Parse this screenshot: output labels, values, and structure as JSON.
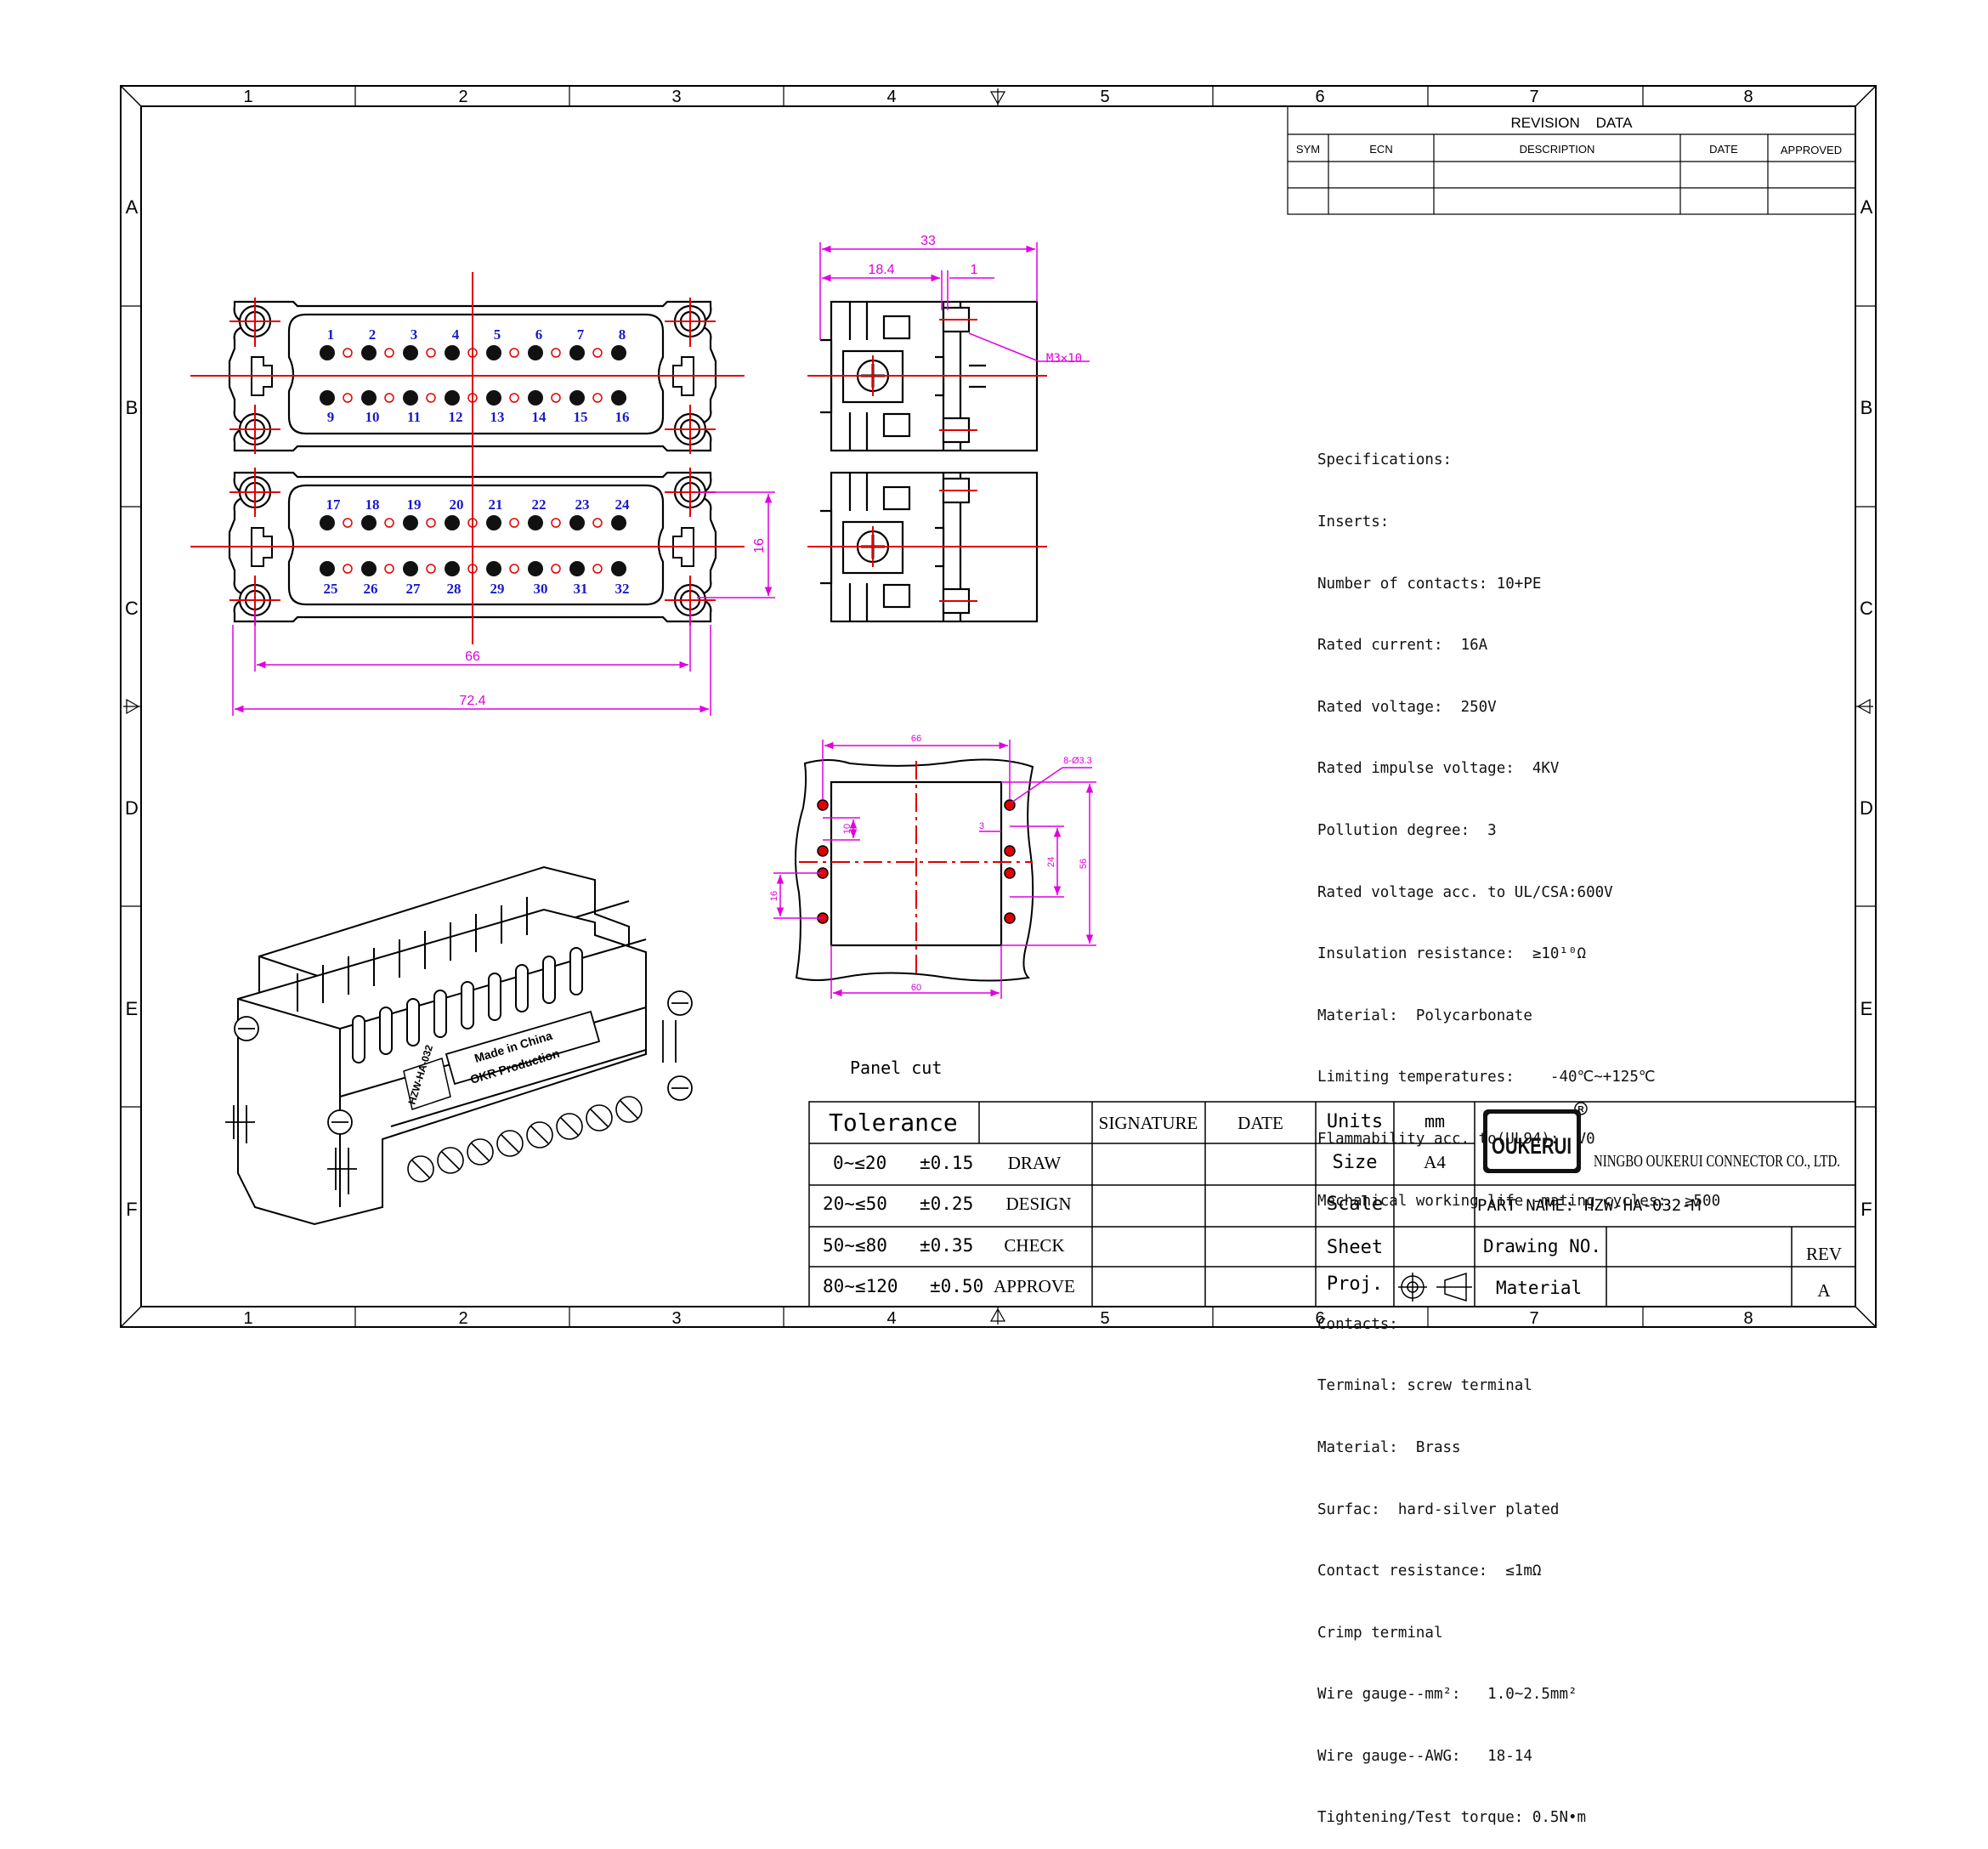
{
  "frame": {
    "columns": [
      "1",
      "2",
      "3",
      "4",
      "5",
      "6",
      "7",
      "8"
    ],
    "rows": [
      "A",
      "B",
      "C",
      "D",
      "E",
      "F"
    ]
  },
  "revision": {
    "title": "REVISION    DATA",
    "headers": [
      "SYM",
      "ECN",
      "DESCRIPTION",
      "DATE",
      "APPROVED"
    ]
  },
  "front_view": {
    "pins_top": [
      "1",
      "2",
      "3",
      "4",
      "5",
      "6",
      "7",
      "8"
    ],
    "pins_bottom": [
      "9",
      "10",
      "11",
      "12",
      "13",
      "14",
      "15",
      "16"
    ],
    "pins_top2": [
      "17",
      "18",
      "19",
      "20",
      "21",
      "22",
      "23",
      "24"
    ],
    "pins_bottom2": [
      "25",
      "26",
      "27",
      "28",
      "29",
      "30",
      "31",
      "32"
    ],
    "dim_inner": "66",
    "dim_outer": "72.4",
    "dim_height": "16"
  },
  "side_view": {
    "dim_total": "33",
    "dim_left": "18.4",
    "dim_small": "1",
    "screw_label": "M3×10"
  },
  "panel_cut": {
    "label": "Panel cut",
    "dim_top": "66",
    "dim_bottom": "60",
    "dim_right": "56",
    "dim_inner_right": "24",
    "dim_left_small": "10",
    "dim_left_bottom": "16",
    "dim_offset": "3",
    "hole_label": "8-Ø3.3"
  },
  "iso_view": {
    "text1": "Made in China",
    "text2": "OKR Production",
    "text3": "HZW-HA-032"
  },
  "specifications": [
    "Specifications:",
    "Inserts:",
    "Number of contacts: 10+PE",
    "Rated current:  16A",
    "Rated voltage:  250V",
    "Rated impulse voltage:  4KV",
    "Pollution degree:  3",
    "Rated voltage acc. to UL/CSA:600V",
    "Insulation resistance:  ≥10¹⁰Ω",
    "Material:  Polycarbonate",
    "Limiting temperatures:    -40℃~+125℃",
    "Flammability acc. to(UL94):  V0",
    "Mechanical working life -mating cycles:  ≥500",
    "",
    "Contacts:",
    "Terminal: screw terminal",
    "Material:  Brass",
    "Surfac:  hard-silver plated",
    "Contact resistance:  ≤1mΩ",
    "Crimp terminal",
    "Wire gauge--mm²:   1.0~2.5mm²",
    "Wire gauge--AWG:   18-14",
    "Tightening/Test torque: 0.5N•m"
  ],
  "title_block": {
    "tolerance": "Tolerance",
    "tol_rows": [
      {
        "range": "0~≤20",
        "tol": "±0.15",
        "role": "DRAW"
      },
      {
        "range": "20~≤50",
        "tol": "±0.25",
        "role": "DESIGN"
      },
      {
        "range": "50~≤80",
        "tol": "±0.35",
        "role": "CHECK"
      },
      {
        "range": "80~≤120",
        "tol": "±0.50",
        "role": "APPROVE"
      }
    ],
    "signature": "SIGNATURE",
    "date": "DATE",
    "units_label": "Units",
    "units_value": "mm",
    "size_label": "Size",
    "size_value": "A4",
    "scale_label": "Scale",
    "sheet_label": "Sheet",
    "proj_label": "Proj.",
    "logo": "OUKERUI",
    "logo_mark": "R",
    "company": "NINGBO OUKERUI CONNECTOR CO., LTD.",
    "part_name": "PART NAME:  HZW-HA-032-M",
    "drawing_no": "Drawing NO.",
    "material": "Material",
    "rev_label": "REV",
    "rev_value": "A"
  },
  "colors": {
    "dimension": "#e000e0",
    "centerline": "#e00000",
    "pin_label": "#1a1acc",
    "line": "#000000"
  }
}
